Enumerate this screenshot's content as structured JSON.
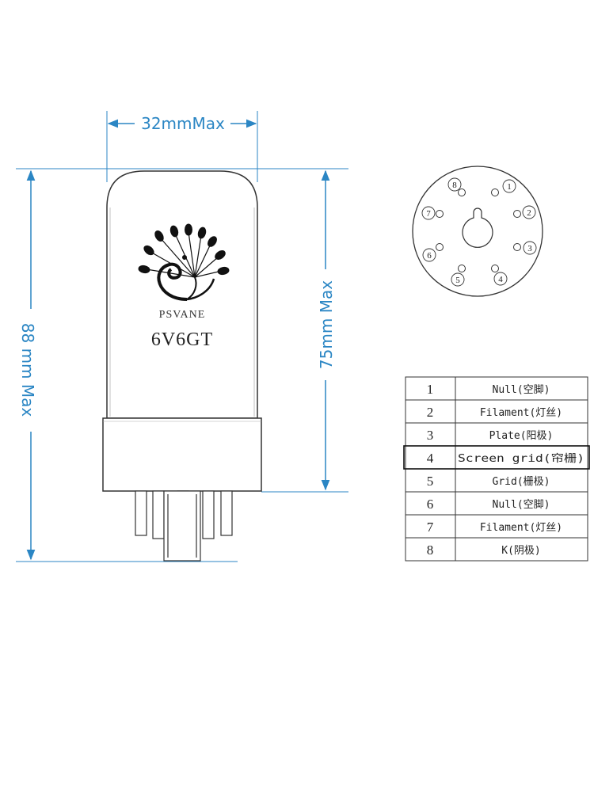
{
  "dimensions": {
    "width_label": "32mmMax",
    "height_label": "88 mm Max",
    "body_label": "75mm Max"
  },
  "tube": {
    "brand": "PSVANE",
    "model": "6V6GT"
  },
  "socket": {
    "pins": [
      "1",
      "2",
      "3",
      "4",
      "5",
      "6",
      "7",
      "8"
    ]
  },
  "pin_table": {
    "rows": [
      {
        "pin": "1",
        "function": "Null(空脚)"
      },
      {
        "pin": "2",
        "function": "Filament(灯丝)"
      },
      {
        "pin": "3",
        "function": "Plate(阳极)"
      },
      {
        "pin": "4",
        "function": "Screen grid(帘栅)"
      },
      {
        "pin": "5",
        "function": "Grid(栅极)"
      },
      {
        "pin": "6",
        "function": "Null(空脚)"
      },
      {
        "pin": "7",
        "function": "Filament(灯丝)"
      },
      {
        "pin": "8",
        "function": "K(阴极)"
      }
    ]
  },
  "colors": {
    "dimension": "#2b86c4",
    "outline": "#333333"
  }
}
